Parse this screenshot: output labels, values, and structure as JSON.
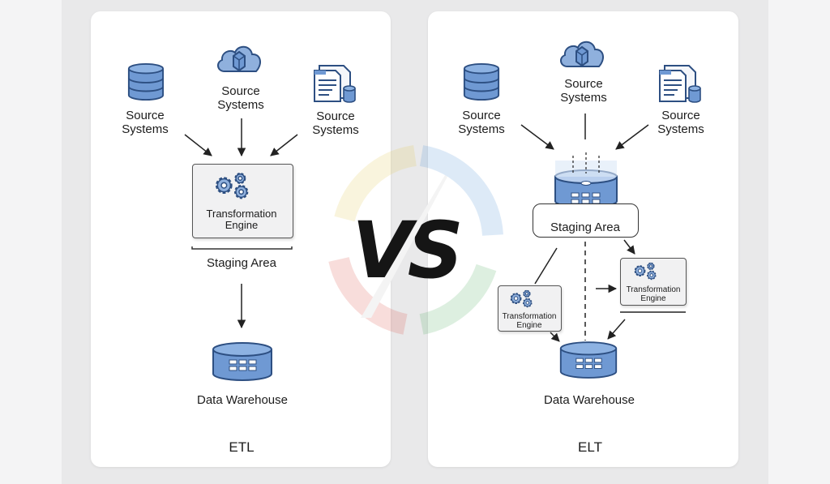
{
  "etl": {
    "sources": [
      {
        "label": "Source\nSystems",
        "icon": "database-icon"
      },
      {
        "label": "Source\nSystems",
        "icon": "cloud-upload-icon"
      },
      {
        "label": "Source\nSystems",
        "icon": "document-database-icon"
      }
    ],
    "engine_label": "Transformation\nEngine",
    "staging_label": "Staging Area",
    "warehouse_label": "Data Warehouse",
    "title": "ETL"
  },
  "elt": {
    "sources": [
      {
        "label": "Source\nSystems",
        "icon": "database-icon"
      },
      {
        "label": "Source\nSystems",
        "icon": "cloud-upload-icon"
      },
      {
        "label": "Source\nSystems",
        "icon": "document-database-icon"
      }
    ],
    "staging_label": "Staging Area",
    "engine_right_label": "Transformation\nEngine",
    "engine_left_label": "Transformation\nEngine",
    "warehouse_label": "Data Warehouse",
    "title": "ELT"
  },
  "center": {
    "vs_text": "VS"
  },
  "colors": {
    "icon_fill": "#6f99d3",
    "icon_stroke": "#2d4f82",
    "gear_fill": "#8fb0dd",
    "vs_fill": "#151515"
  }
}
